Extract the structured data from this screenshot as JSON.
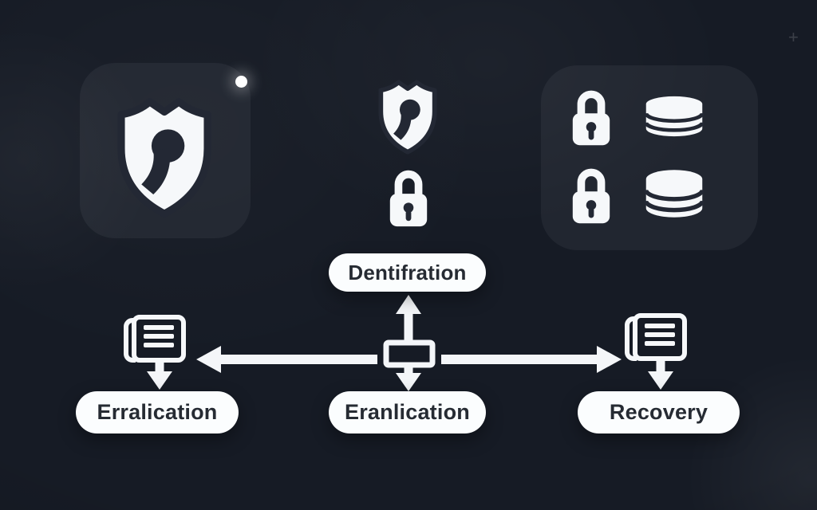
{
  "colors": {
    "background": "#161b25",
    "card": "#262b35",
    "icon_white": "#f6f8fa",
    "icon_ink": "#232834",
    "pill_bg": "#fbfdfe",
    "pill_text": "#262b33"
  },
  "icons": {
    "top_left_card": "shield-keyhole-icon",
    "top_center": [
      "shield-keyhole-icon",
      "lock-icon"
    ],
    "top_right_card_grid": [
      "lock-icon",
      "database-icon",
      "lock-icon",
      "database-icon"
    ],
    "flow_side_icons": [
      "document-icon",
      "document-icon"
    ]
  },
  "flow": {
    "top_node": {
      "label": "Dentifration"
    },
    "bottom_nodes": [
      {
        "label": "Erralication"
      },
      {
        "label": "Eranlication"
      },
      {
        "label": "Recovery"
      }
    ]
  },
  "decor": {
    "plus": "+"
  }
}
